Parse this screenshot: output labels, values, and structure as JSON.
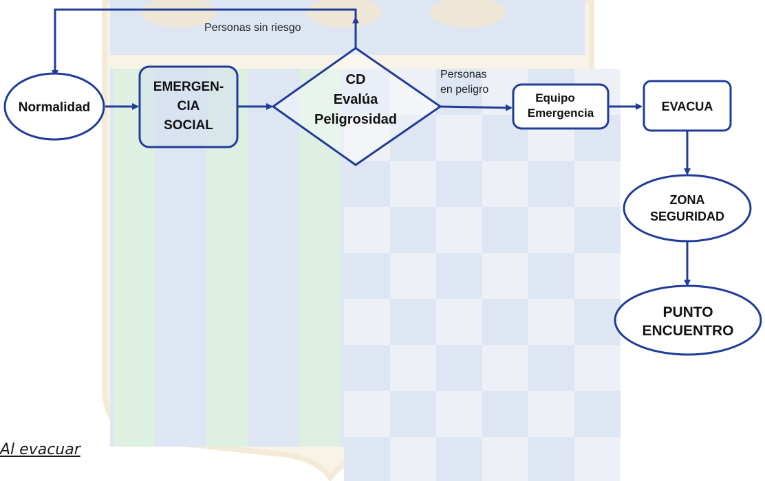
{
  "diagram": {
    "nodes": {
      "normalidad": "Normalidad",
      "emergencia": [
        "EMERGEN-",
        "CIA",
        "SOCIAL"
      ],
      "cd": [
        "CD",
        "Evalúa",
        "Peligrosidad"
      ],
      "equipo": [
        "Equipo",
        "Emergencia"
      ],
      "evacua": "EVACUA",
      "zona": [
        "ZONA",
        "SEGURIDAD"
      ],
      "punto": [
        "PUNTO",
        "ENCUENTRO"
      ]
    },
    "edges": {
      "sin_riesgo": "Personas sin riesgo",
      "en_peligro": [
        "Personas",
        "en peligro"
      ]
    }
  },
  "caption": "Al evacuar",
  "colors": {
    "stroke": "#1f3c99",
    "shield_blue": "#d3ddf0",
    "shield_green": "#d2ecd9",
    "shield_check": "#e8ecf3",
    "shield_border": "#f1e4cc"
  }
}
